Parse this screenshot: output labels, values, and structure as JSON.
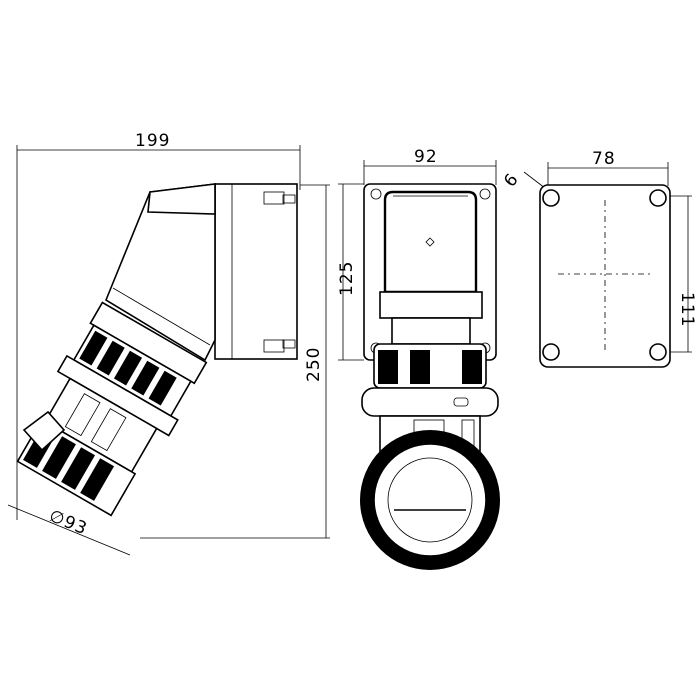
{
  "dimensions": {
    "side_width": "199",
    "side_height": "250",
    "diameter": "∅93",
    "front_width": "92",
    "front_height": "125",
    "box_width": "78",
    "box_height": "111",
    "hole_offset": "6"
  }
}
